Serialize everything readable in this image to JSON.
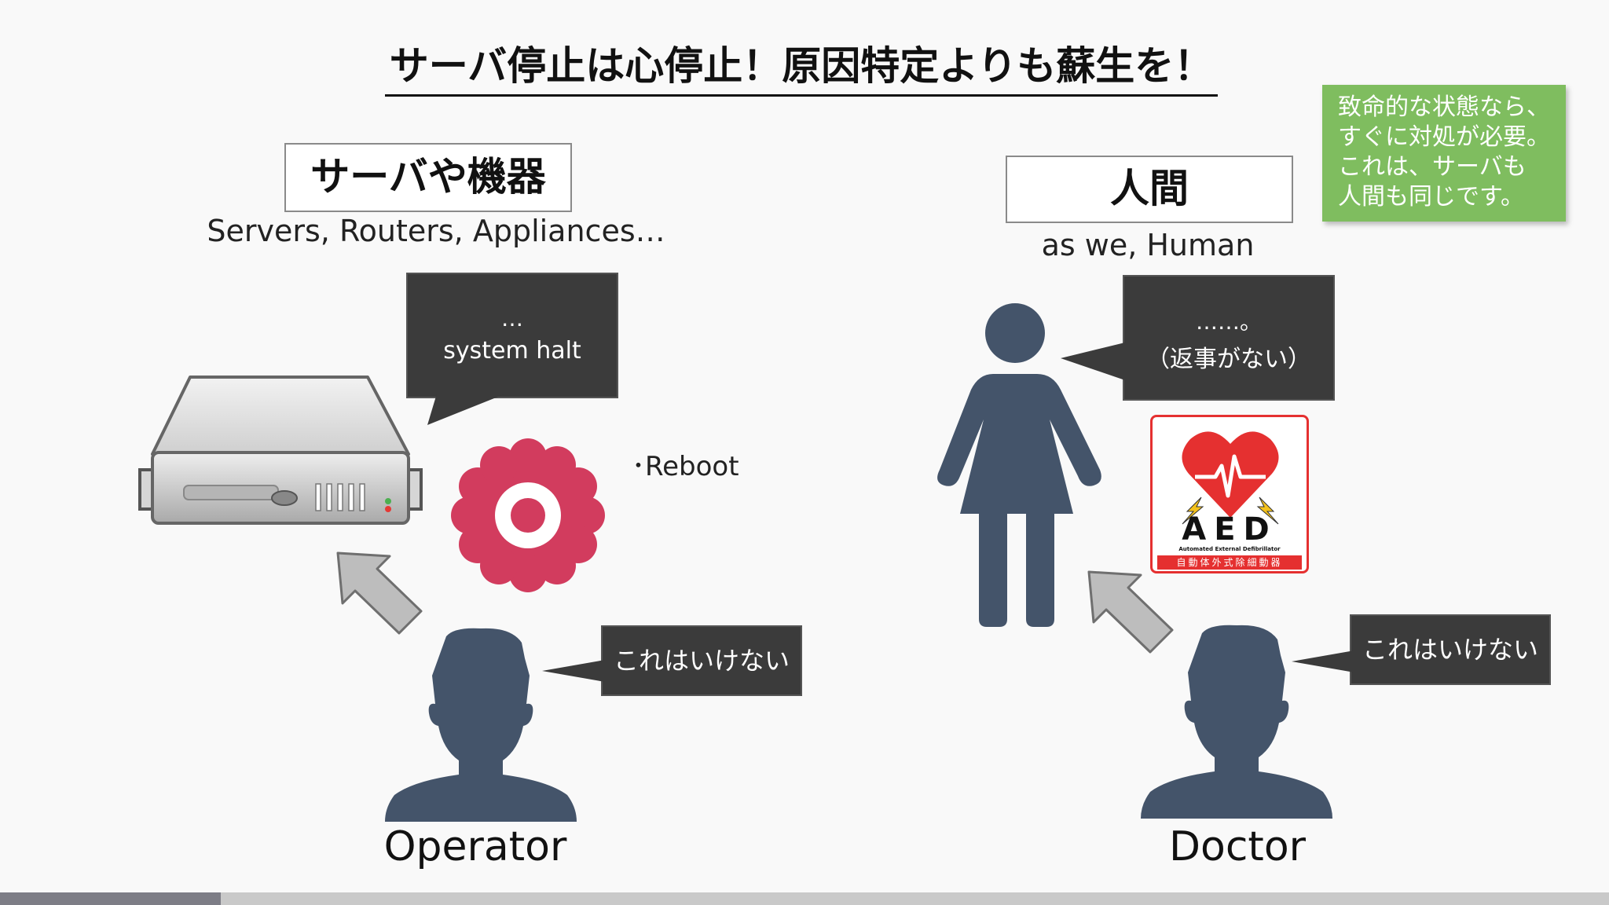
{
  "title": "サーバ停止は心停止！原因特定よりも蘇生を！",
  "left": {
    "heading": "サーバや機器",
    "subtitle": "Servers, Routers, Appliances…",
    "bubble_line1": "…",
    "bubble_line2": "system halt",
    "reboot_label": "･Reboot",
    "speech": "これはいけない",
    "person_label": "Operator"
  },
  "right": {
    "heading": "人間",
    "subtitle": "as we, Human",
    "bubble_line1": "……。",
    "bubble_line2": "（返事がない）",
    "aed_main": "AED",
    "aed_sub_en": "Automated External Defibrillator",
    "aed_sub_jp": "自動体外式除細動器",
    "speech": "これはいけない",
    "person_label": "Doctor"
  },
  "sticky_note": {
    "line1": "致命的な状態なら、",
    "line2": "すぐに対処が必要。",
    "line3": "これは、サーバも",
    "line4": "人間も同じです。"
  },
  "colors": {
    "person": "#44546a",
    "gear": "#d23c5e",
    "sticky": "#7fbd5f",
    "bubble": "#3b3b3b",
    "aed_red": "#e53030"
  },
  "progress": 0.137
}
